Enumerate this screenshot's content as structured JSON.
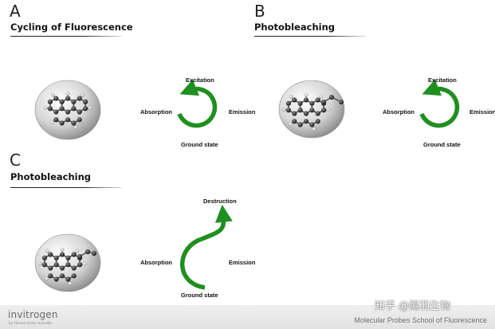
{
  "colors": {
    "arrow_green": "#1f8f1f",
    "sphere_shade": "#8c8c8c",
    "atom_dark": "#2e2e2e",
    "atom_light": "#f4f4f4"
  },
  "panels": [
    {
      "letter": "A",
      "title": "Cycling of Fluorescence",
      "labels": {
        "top": "Excitation",
        "left": "Absorption",
        "right": "Emission",
        "bottom": "Ground state"
      }
    },
    {
      "letter": "B",
      "title": "Photobleaching",
      "labels": {
        "top": "Excitation",
        "left": "Absorption",
        "right": "Emission",
        "bottom": "Ground state"
      }
    },
    {
      "letter": "C",
      "title": "Photobleaching",
      "labels": {
        "top": "Destruction",
        "left": "Absorption",
        "right": "Emission",
        "bottom": "Ground state"
      }
    }
  ],
  "footer": {
    "brand": "invitrogen",
    "brand_sub": "by Thermo Fisher Scientific",
    "watermark": "知乎 @鲲羽生物",
    "school": "Molecular Probes School of Fluorescence"
  }
}
